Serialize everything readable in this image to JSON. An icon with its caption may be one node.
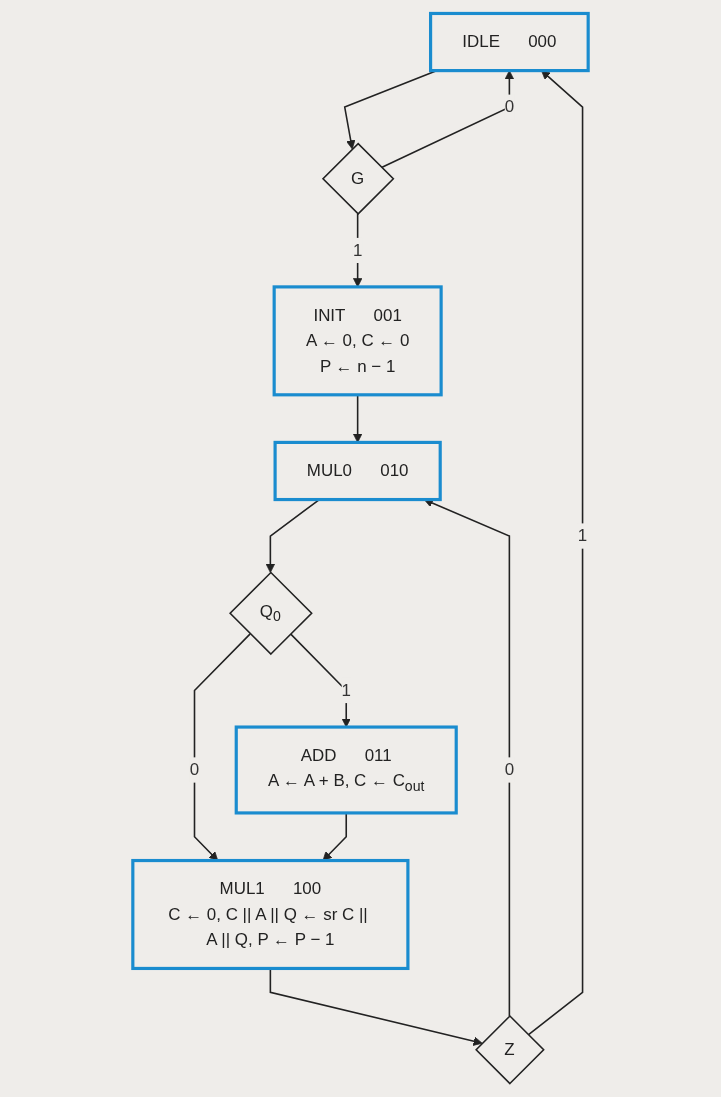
{
  "diagram": {
    "nodes": [
      {
        "text": [
          "IDLE",
          "000"
        ]
      },
      {
        "text": [
          "G"
        ]
      },
      {
        "text": [
          "INIT",
          "001",
          "A ← 0, C ← 0",
          "P ← n − 1"
        ]
      },
      {
        "text": [
          "MUL0",
          "010"
        ]
      },
      {
        "text": [
          "Q$_{0}$"
        ]
      },
      {
        "text": [
          "ADD",
          "011",
          "A ← A + B, C ← C$_{out}$"
        ]
      },
      {
        "text": [
          "MUL1",
          "100",
          "C ← 0, C || A || Q ← sr C || A || Q, P ← P − 1"
        ]
      },
      {
        "text": [
          "Z"
        ]
      }
    ],
    "edges": [
      {
        "from": 0,
        "to": 1,
        "arrow": "to"
      },
      {
        "from": 1,
        "to": 0,
        "arrow": "to",
        "label": "0"
      },
      {
        "from": 1,
        "to": 2,
        "arrow": "to",
        "label": "1"
      },
      {
        "from": 2,
        "to": 3,
        "arrow": "to"
      },
      {
        "from": 3,
        "to": 4,
        "arrow": "to"
      },
      {
        "from": 4,
        "to": 6,
        "arrow": "to",
        "label": "0"
      },
      {
        "from": 4,
        "to": 5,
        "arrow": "to",
        "label": "1"
      },
      {
        "from": 5,
        "to": 6,
        "arrow": "to"
      },
      {
        "from": 6,
        "to": 7,
        "arrow": "to"
      },
      {
        "from": 7,
        "to": 3,
        "arrow": "to",
        "label": "0"
      },
      {
        "from": 7,
        "to": 0,
        "arrow": "to",
        "label": "1"
      }
    ]
  }
}
